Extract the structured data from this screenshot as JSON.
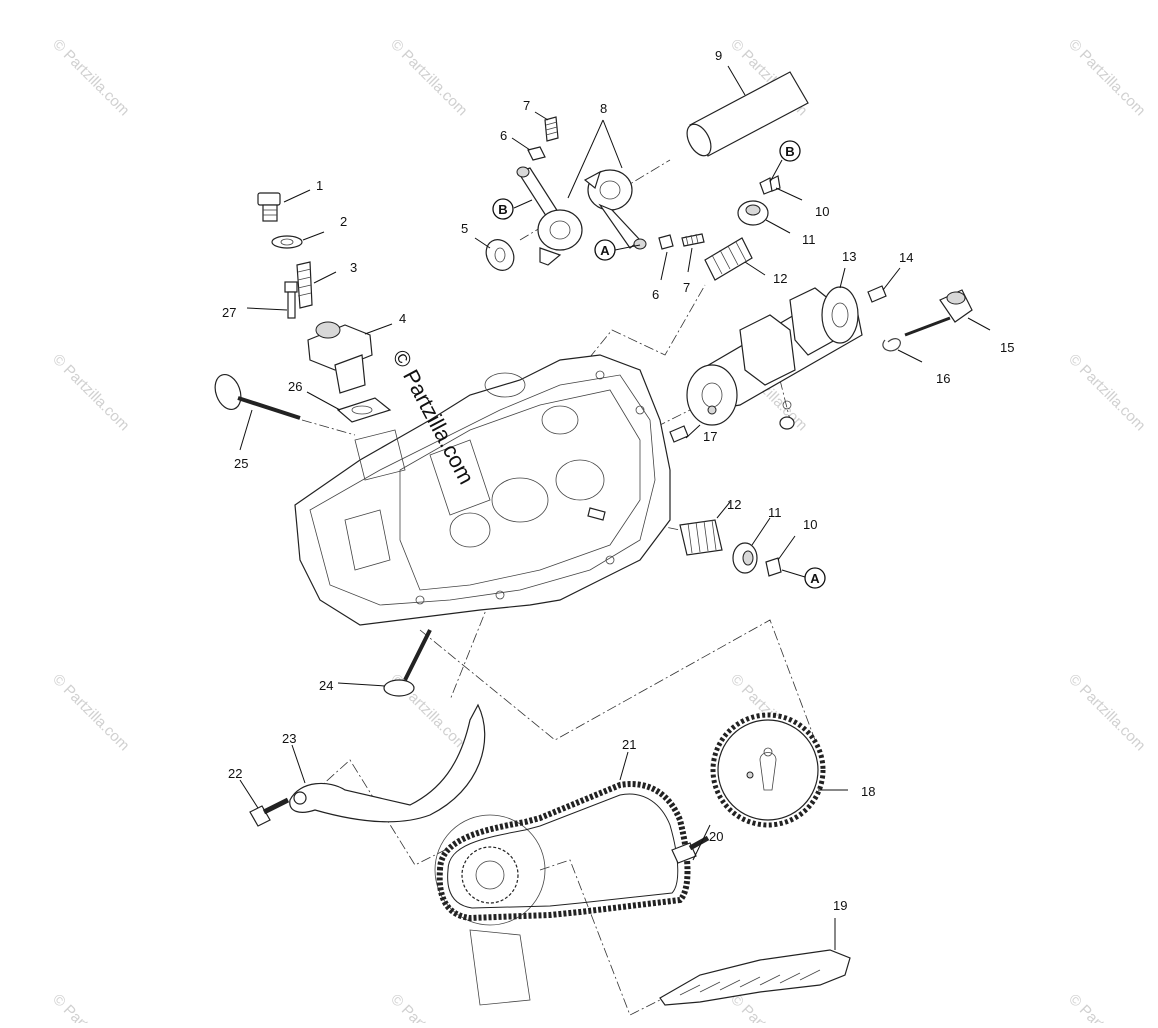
{
  "watermark": {
    "repeat_text": "© Partzilla.com",
    "center_text": "© Partzilla.com"
  },
  "callouts": {
    "a_label": "A",
    "b_label": "B"
  },
  "labels": {
    "p1": "1",
    "p2": "2",
    "p3": "3",
    "p4": "4",
    "p5": "5",
    "p6a": "6",
    "p6b": "6",
    "p7a": "7",
    "p7b": "7",
    "p8": "8",
    "p9": "9",
    "p10a": "10",
    "p10b": "10",
    "p11a": "11",
    "p11b": "11",
    "p12a": "12",
    "p12b": "12",
    "p13": "13",
    "p14": "14",
    "p15": "15",
    "p16": "16",
    "p17": "17",
    "p18": "18",
    "p19": "19",
    "p20": "20",
    "p21": "21",
    "p22": "22",
    "p23": "23",
    "p24": "24",
    "p25": "25",
    "p26": "26",
    "p27": "27"
  }
}
